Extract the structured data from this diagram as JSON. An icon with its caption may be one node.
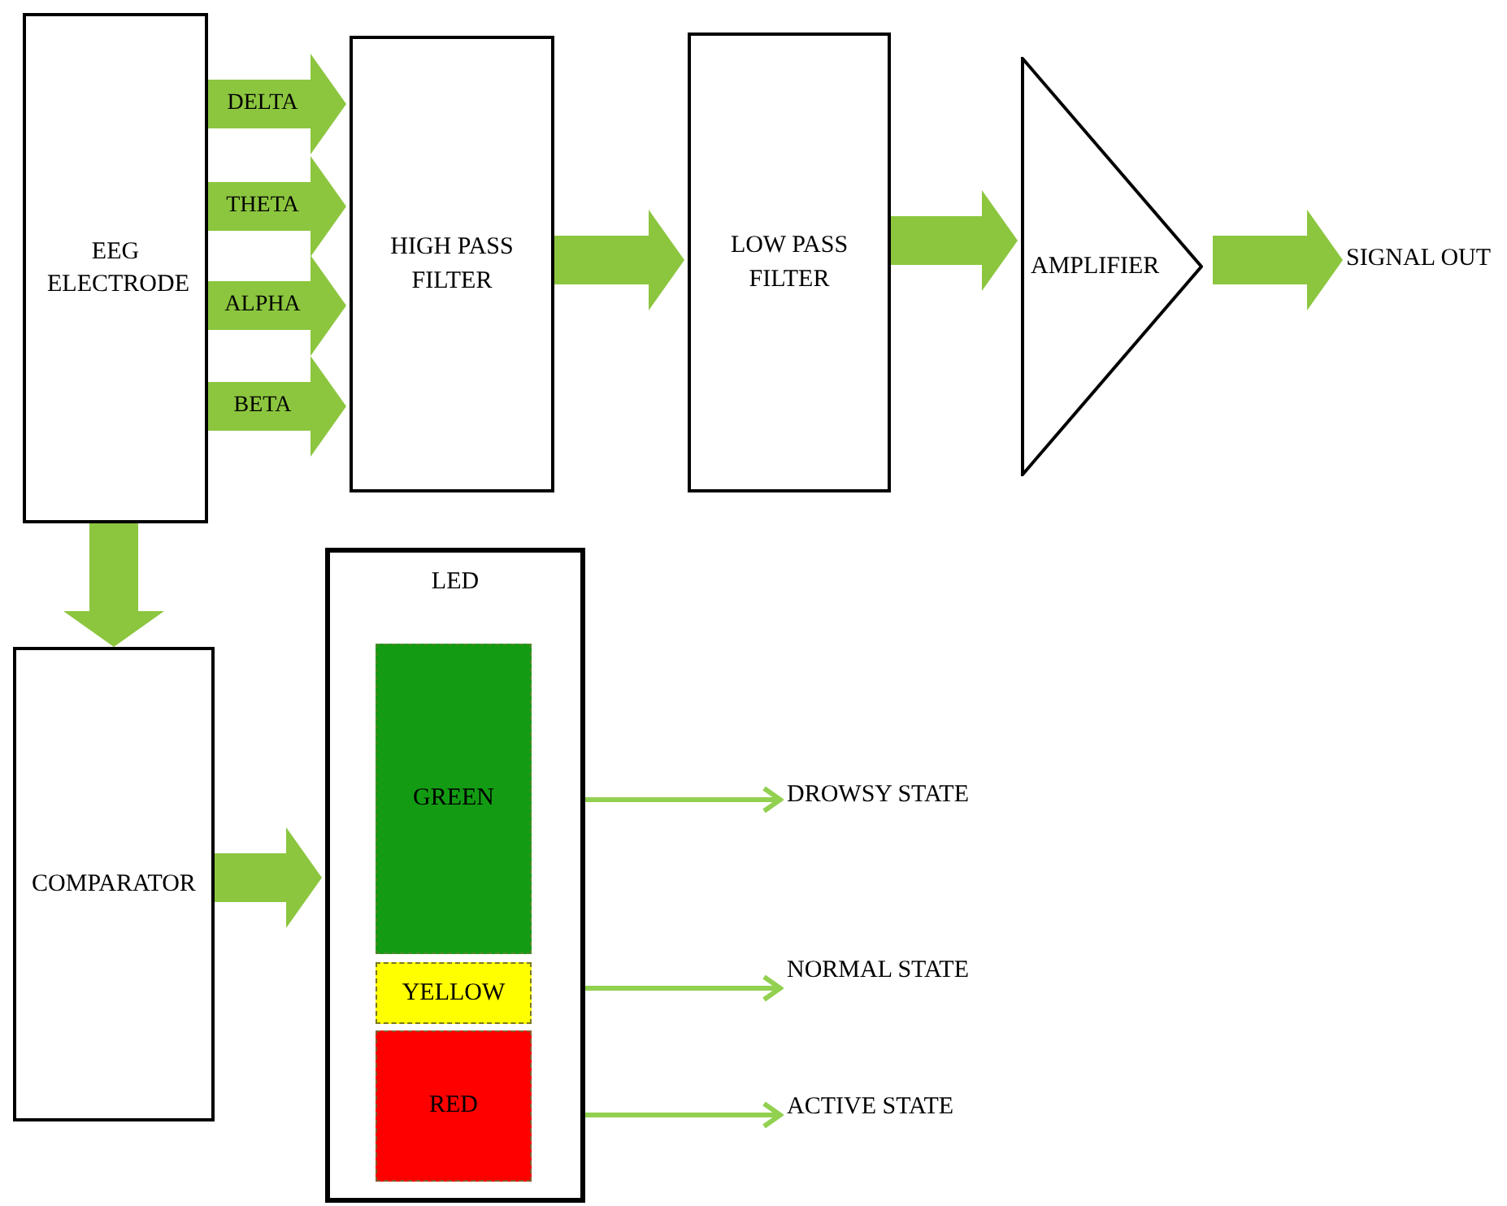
{
  "diagram": {
    "nodes": [
      {
        "text": [
          "EEG ELECTRODE"
        ]
      },
      {
        "text": [
          "HIGH PASS FILTER"
        ]
      },
      {
        "text": [
          "LOW PASS FILTER"
        ]
      },
      {
        "text": [
          "AMPLIFIER"
        ]
      },
      {
        "text": [
          "SIGNAL OUT"
        ]
      },
      {
        "text": [
          "COMPARATOR"
        ]
      },
      {
        "text": [
          "LED"
        ]
      },
      {
        "text": [
          "GREEN"
        ],
        "in": 6
      },
      {
        "text": [
          "YELLOW"
        ],
        "in": 6
      },
      {
        "text": [
          "RED"
        ],
        "in": 6
      },
      {
        "text": [
          "DROWSY STATE"
        ]
      },
      {
        "text": [
          "NORMAL STATE"
        ]
      },
      {
        "text": [
          "ACTIVE STATE"
        ]
      }
    ],
    "edges": [
      {
        "from": 0,
        "to": 1,
        "arrow": "to",
        "label": "DELTA"
      },
      {
        "from": 0,
        "to": 1,
        "arrow": "to",
        "label": "THETA"
      },
      {
        "from": 0,
        "to": 1,
        "arrow": "to",
        "label": "ALPHA"
      },
      {
        "from": 0,
        "to": 1,
        "arrow": "to",
        "label": "BETA"
      },
      {
        "from": 1,
        "to": 2,
        "arrow": "to"
      },
      {
        "from": 2,
        "to": 3,
        "arrow": "to"
      },
      {
        "from": 3,
        "to": 4,
        "arrow": "to"
      },
      {
        "from": 0,
        "to": 5,
        "arrow": "to"
      },
      {
        "from": 5,
        "to": 6,
        "arrow": "to"
      },
      {
        "from": 7,
        "to": 10,
        "arrow": "to"
      },
      {
        "from": 8,
        "to": 11,
        "arrow": "to"
      },
      {
        "from": 9,
        "to": 12,
        "arrow": "to"
      }
    ]
  }
}
